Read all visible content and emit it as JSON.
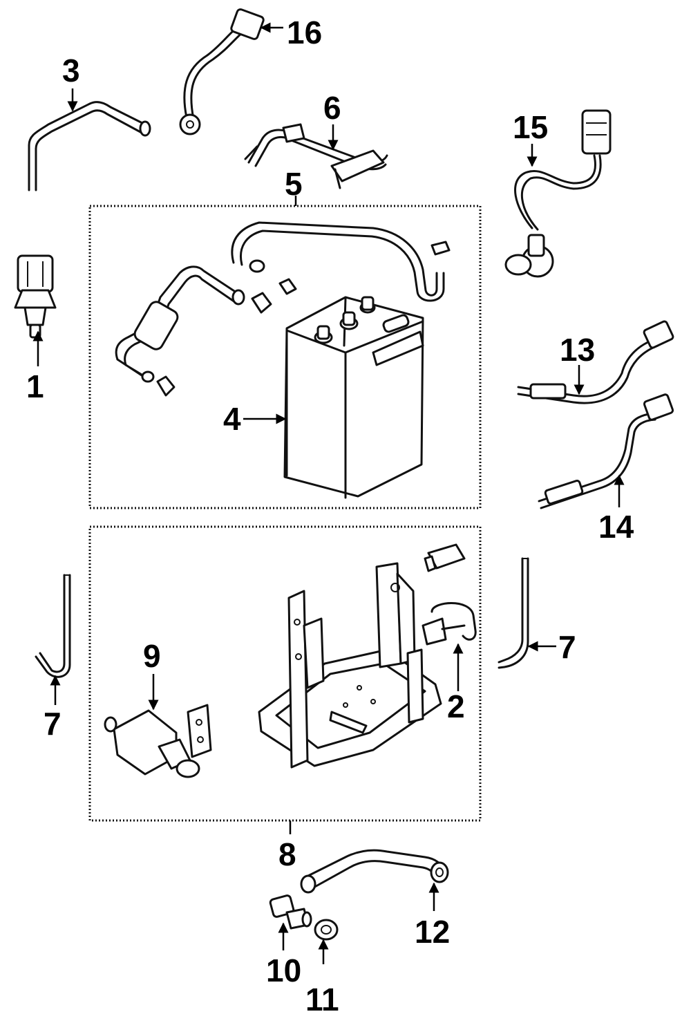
{
  "diagram": {
    "callouts": {
      "c1": "1",
      "c2": "2",
      "c3": "3",
      "c4": "4",
      "c5": "5",
      "c6": "6",
      "c7a": "7",
      "c7b": "7",
      "c8": "8",
      "c9": "9",
      "c10": "10",
      "c11": "11",
      "c12": "12",
      "c13": "13",
      "c14": "14",
      "c15": "15",
      "c16": "16"
    }
  }
}
